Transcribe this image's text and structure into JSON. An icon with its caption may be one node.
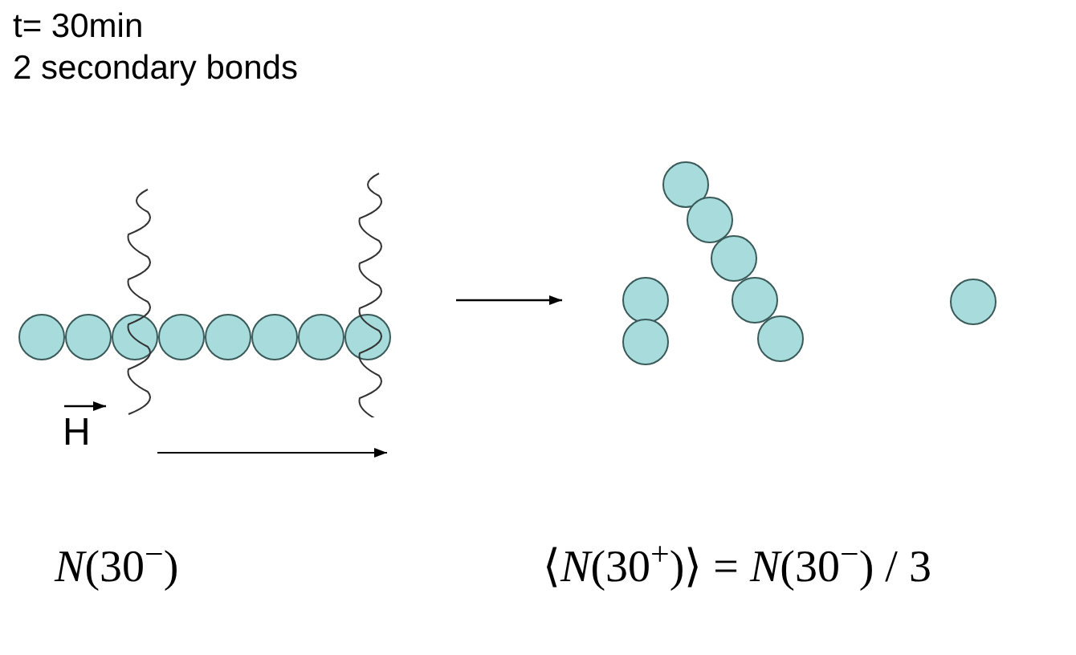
{
  "diagram": {
    "nodes": [
      {
        "text": [],
        "shape": "picture"
      },
      {
        "text": [],
        "shape": "picture"
      }
    ],
    "edges": [
      {
        "from": 0,
        "to": 1,
        "arrow": "to"
      }
    ],
    "labels": [
      "t= 30min",
      "2 secondary bonds",
      "H",
      "*N*(30$^{−}$)",
      "⟨*N*(30$^{+}$)⟩ = *N*(30$^{−}$) / 3"
    ]
  }
}
